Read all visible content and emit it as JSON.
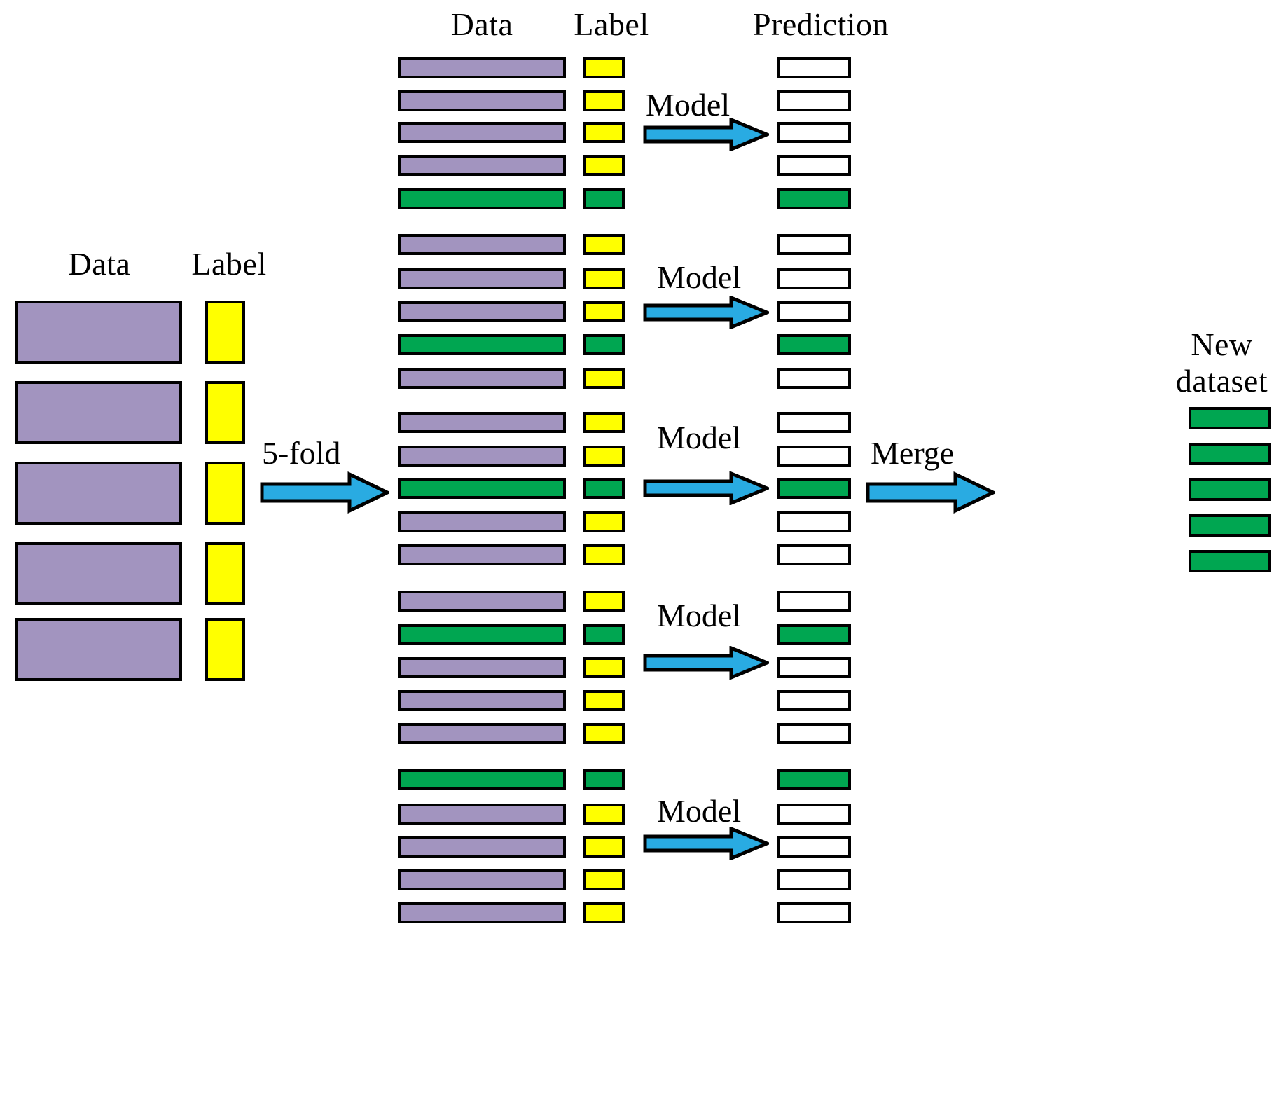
{
  "diagram": {
    "title_hidden": "5-fold cross validation stacking diagram",
    "colors": {
      "data_purple": "#a294bf",
      "label_yellow": "#ffff00",
      "holdout_green": "#00a651",
      "prediction_white": "#ffffff",
      "arrow_blue": "#29abe2",
      "outline_black": "#000000"
    },
    "source": {
      "data_header": "Data",
      "label_header": "Label",
      "rows": 5,
      "data_rows": [
        "purple",
        "purple",
        "purple",
        "purple",
        "purple"
      ],
      "label_rows": [
        "yellow",
        "yellow",
        "yellow",
        "yellow",
        "yellow"
      ]
    },
    "split_arrow": {
      "label": "5-fold",
      "icon": "right-arrow-icon"
    },
    "folds_header": {
      "data_header": "Data",
      "label_header": "Label",
      "prediction_header": "Prediction"
    },
    "folds": [
      {
        "name": "fold-1",
        "model_label": "Model",
        "data_rows": [
          "purple",
          "purple",
          "purple",
          "purple",
          "green"
        ],
        "label_rows": [
          "yellow",
          "yellow",
          "yellow",
          "yellow",
          "green"
        ],
        "prediction_rows": [
          "white",
          "white",
          "white",
          "white",
          "green"
        ],
        "holdout_index": 4
      },
      {
        "name": "fold-2",
        "model_label": "Model",
        "data_rows": [
          "purple",
          "purple",
          "purple",
          "green",
          "purple"
        ],
        "label_rows": [
          "yellow",
          "yellow",
          "yellow",
          "green",
          "yellow"
        ],
        "prediction_rows": [
          "white",
          "white",
          "white",
          "green",
          "white"
        ],
        "holdout_index": 3
      },
      {
        "name": "fold-3",
        "model_label": "Model",
        "data_rows": [
          "purple",
          "purple",
          "green",
          "purple",
          "purple"
        ],
        "label_rows": [
          "yellow",
          "yellow",
          "green",
          "yellow",
          "yellow"
        ],
        "prediction_rows": [
          "white",
          "white",
          "green",
          "white",
          "white"
        ],
        "holdout_index": 2
      },
      {
        "name": "fold-4",
        "model_label": "Model",
        "data_rows": [
          "purple",
          "green",
          "purple",
          "purple",
          "purple"
        ],
        "label_rows": [
          "yellow",
          "green",
          "yellow",
          "yellow",
          "yellow"
        ],
        "prediction_rows": [
          "white",
          "green",
          "white",
          "white",
          "white"
        ],
        "holdout_index": 1
      },
      {
        "name": "fold-5",
        "model_label": "Model",
        "data_rows": [
          "green",
          "purple",
          "purple",
          "purple",
          "purple"
        ],
        "label_rows": [
          "green",
          "yellow",
          "yellow",
          "yellow",
          "yellow"
        ],
        "prediction_rows": [
          "green",
          "white",
          "white",
          "white",
          "white"
        ],
        "holdout_index": 0
      }
    ],
    "merge_arrow": {
      "label": "Merge",
      "icon": "right-arrow-icon"
    },
    "new_dataset": {
      "title_line1": "New",
      "title_line2": "dataset",
      "rows": [
        "green",
        "green",
        "green",
        "green",
        "green"
      ]
    }
  }
}
